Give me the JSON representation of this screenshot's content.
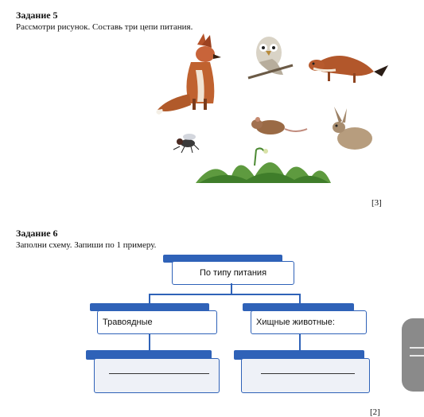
{
  "task5": {
    "title": "Задание 5",
    "instruction": "Рассмотри рисунок. Составь три цепи питания.",
    "score": "[3]"
  },
  "task6": {
    "title": "Задание 6",
    "instruction": "Заполни схему. Запиши по 1 примеру.",
    "root": "По типу питания",
    "left": "Травоядные",
    "right": "Хищные животные:",
    "score": "[2]"
  },
  "animals": [
    "fox-icon",
    "owl-icon",
    "weasel-icon",
    "fly-icon",
    "mouse-icon",
    "hare-icon",
    "grass-icon"
  ]
}
